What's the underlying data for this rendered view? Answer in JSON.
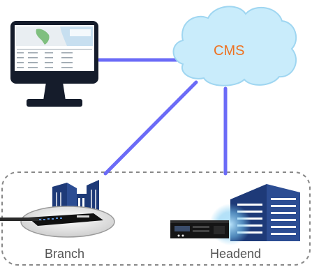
{
  "cloud": {
    "label": "CMS",
    "label_color": "#ee7222",
    "fill": "#c9ecfb",
    "stroke": "#9fd6f1"
  },
  "link_color": "#6b6bf7",
  "site_group_border": "#888888",
  "monitor": {
    "icon": "desktop-monitor-icon",
    "screen_content": "map-dashboard-thumbnail",
    "frame_color": "#151c2b"
  },
  "branch": {
    "label": "Branch",
    "icon": "branch-office-building-icon",
    "device_icon": "network-appliance-icon"
  },
  "headend": {
    "label": "Headend",
    "icon": "headend-office-building-icon",
    "device_icon": "rack-server-icon"
  },
  "building_color": "#1e3a78",
  "label_color": "#555555"
}
